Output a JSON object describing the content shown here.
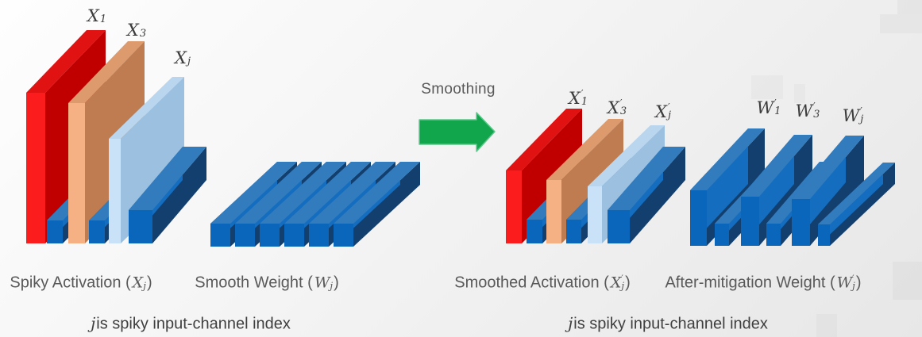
{
  "palette": {
    "red_front": "#fb1d1d",
    "red_side": "#c00000",
    "red_top": "#e11212",
    "orange_front": "#f5b183",
    "orange_side": "#be7c50",
    "orange_top": "#dc9a6d",
    "lightblue_front": "#c9e2f7",
    "lightblue_side": "#9bc0e0",
    "lightblue_top": "#bad6ee",
    "bar_front": "#0a66bb",
    "bar_side_bright": "#146dbf",
    "bar_top": "#327cbe",
    "bar_side_dark": "#123f6e",
    "arrow_green": "#11a64c",
    "label_text": "#3d3d3d",
    "caption_text": "#595959",
    "note_text": "#3f3f3f"
  },
  "smoothing": {
    "label": "Smoothing"
  },
  "groups": {
    "spiky_activation": {
      "caption": {
        "prefix": "Spiky Activation (",
        "base": "X",
        "prime": "",
        "sub": "j",
        "suffix": ")"
      },
      "labels": {
        "l1": {
          "base": "X",
          "prime": "",
          "sub": "1"
        },
        "l2": {
          "base": "X",
          "prime": "",
          "sub": "3"
        },
        "l3": {
          "base": "X",
          "prime": "",
          "sub": "j"
        }
      }
    },
    "smooth_weight": {
      "caption": {
        "prefix": "Smooth Weight (",
        "base": "W",
        "prime": "",
        "sub": "j",
        "suffix": ")"
      }
    },
    "smoothed_activation": {
      "caption": {
        "prefix": "Smoothed Activation (",
        "base": "X",
        "prime": "′",
        "sub": "j",
        "suffix": ")"
      },
      "labels": {
        "l1": {
          "base": "X",
          "prime": "′",
          "sub": "1"
        },
        "l2": {
          "base": "X",
          "prime": "′",
          "sub": "3"
        },
        "l3": {
          "base": "X",
          "prime": "′",
          "sub": "j"
        }
      }
    },
    "after_mitigation_weight": {
      "caption": {
        "prefix": "After-mitigation Weight (",
        "base": "W",
        "prime": "′",
        "sub": "j",
        "suffix": ")"
      },
      "labels": {
        "l1": {
          "base": "W",
          "prime": "′",
          "sub": "1"
        },
        "l2": {
          "base": "W",
          "prime": "′",
          "sub": "3"
        },
        "l3": {
          "base": "W",
          "prime": "′",
          "sub": "j"
        }
      }
    }
  },
  "notes": {
    "left": {
      "math": "j",
      "text": " is spiky input-channel index"
    },
    "right": {
      "math": "j",
      "text": " is spiky input-channel index"
    }
  }
}
